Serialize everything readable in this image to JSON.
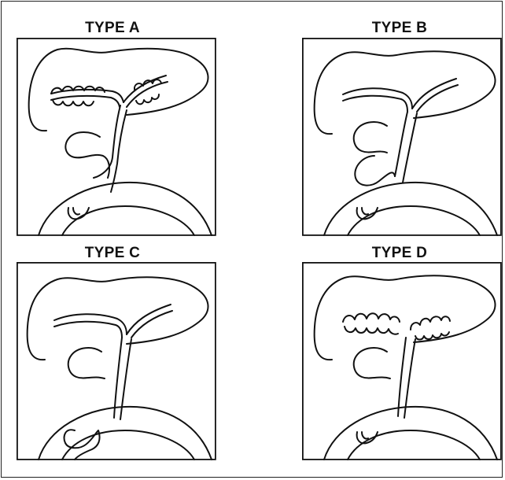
{
  "panels": [
    {
      "id": "a",
      "label": "TYPE A"
    },
    {
      "id": "b",
      "label": "TYPE B"
    },
    {
      "id": "c",
      "label": "TYPE C"
    },
    {
      "id": "d",
      "label": "TYPE D"
    }
  ]
}
